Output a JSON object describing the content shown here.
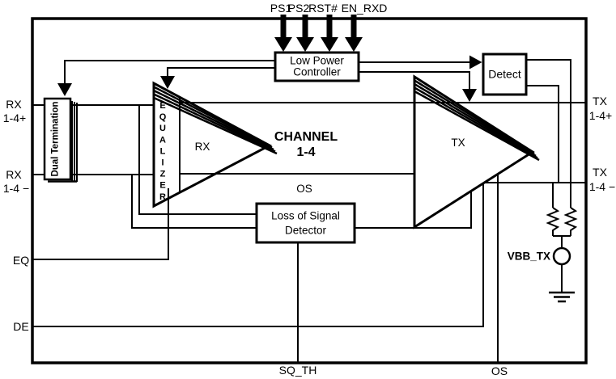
{
  "diagram": {
    "colors": {
      "line": "#000000",
      "background": "#ffffff"
    },
    "top_pins": [
      {
        "label": "PS1"
      },
      {
        "label": "PS2"
      },
      {
        "label": "RST#"
      },
      {
        "label": "EN_RXD"
      }
    ],
    "left_ports": {
      "rx_p_line1": "RX",
      "rx_p_line2": "1-4+",
      "rx_n_line1": "RX",
      "rx_n_line2": "1-4 −",
      "eq": "EQ",
      "de": "DE"
    },
    "right_ports": {
      "tx_p_line1": "TX",
      "tx_p_line2": "1-4+",
      "tx_n_line1": "TX",
      "tx_n_line2": "1-4 −"
    },
    "bottom_ports": {
      "sq_th": "SQ_TH",
      "os": "OS"
    },
    "blocks": {
      "low_power_controller": {
        "line1": "Low Power",
        "line2": "Controller"
      },
      "detect": {
        "label": "Detect"
      },
      "dual_termination": {
        "label": "Dual Termination"
      },
      "equalizer": {
        "letters": [
          "E",
          "Q",
          "U",
          "A",
          "L",
          "I",
          "Z",
          "E",
          "R"
        ]
      },
      "rx_amp": {
        "label": "RX"
      },
      "tx_amp": {
        "label": "TX"
      },
      "channel": {
        "line1": "CHANNEL",
        "line2": "1-4"
      },
      "loss_of_signal": {
        "line1": "Loss of Signal",
        "line2": "Detector"
      }
    },
    "labels": {
      "os_internal": "OS",
      "vbb_tx": "VBB_TX"
    }
  }
}
